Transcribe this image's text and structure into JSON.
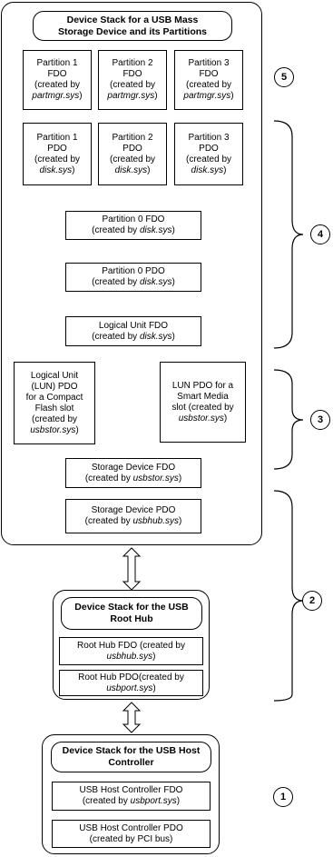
{
  "mass_storage": {
    "title_line1": "Device Stack for a USB Mass",
    "title_line2": "Storage Device and its Partitions",
    "partition_fdos": [
      {
        "line1": "Partition 1",
        "line2": "FDO",
        "line3": "(created by",
        "driver": "partmgr.sys",
        "suffix": ")"
      },
      {
        "line1": "Partition 2",
        "line2": "FDO",
        "line3": "(created by",
        "driver": "partmgr.sys",
        "suffix": ")"
      },
      {
        "line1": "Partition 3",
        "line2": "FDO",
        "line3": "(created by",
        "driver": "partmgr.sys",
        "suffix": ")"
      }
    ],
    "partition_pdos": [
      {
        "line1": "Partition 1",
        "line2": "PDO",
        "line3": "(created by",
        "driver": "disk.sys",
        "suffix": ")"
      },
      {
        "line1": "Partition 2",
        "line2": "PDO",
        "line3": "(created by",
        "driver": "disk.sys",
        "suffix": ")"
      },
      {
        "line1": "Partition 3",
        "line2": "PDO",
        "line3": "(created by",
        "driver": "disk.sys",
        "suffix": ")"
      }
    ],
    "partition0_fdo": {
      "line1": "Partition 0 FDO",
      "prefix": "(created by ",
      "driver": "disk.sys",
      "suffix": ")"
    },
    "partition0_pdo": {
      "line1": "Partition 0 PDO",
      "prefix": "(created by ",
      "driver": "disk.sys",
      "suffix": ")"
    },
    "logical_unit_fdo": {
      "line1": "Logical Unit FDO",
      "prefix": "(created by ",
      "driver": "disk.sys",
      "suffix": ")"
    },
    "lun_pdo_cf": {
      "line1": "Logical Unit",
      "line2": "(LUN) PDO",
      "line3": "for a Compact",
      "line4": "Flash slot",
      "line5": "(created by",
      "driver": "usbstor.sys",
      "suffix": ")"
    },
    "lun_pdo_sm": {
      "line1": "LUN PDO for a",
      "line2": "Smart Media",
      "line3": "slot (created by",
      "driver": "usbstor.sys",
      "suffix": ")"
    },
    "storage_device_fdo": {
      "line1": "Storage Device FDO",
      "prefix": "(created by ",
      "driver": "usbstor.sys",
      "suffix": ")"
    },
    "storage_device_pdo": {
      "line1": "Storage Device PDO",
      "prefix": "(created by ",
      "driver": "usbhub.sys",
      "suffix": ")"
    }
  },
  "root_hub": {
    "title_line1": "Device Stack for the USB",
    "title_line2": "Root Hub",
    "fdo": {
      "line1": "Root Hub FDO (created by",
      "driver": "usbhub.sys",
      "suffix": ")"
    },
    "pdo": {
      "line1": "Root Hub PDO(created by",
      "driver": "usbport.sys",
      "suffix": ")"
    }
  },
  "host_controller": {
    "title_line1": "Device Stack for the USB Host",
    "title_line2": "Controller",
    "fdo": {
      "line1": "USB Host Controller FDO",
      "prefix": "(created by ",
      "driver": "usbport.sys",
      "suffix": ")"
    },
    "pdo": {
      "line1": "USB Host Controller PDO",
      "line2": "(created by PCI bus)"
    }
  },
  "callouts": [
    "5",
    "4",
    "3",
    "2",
    "1"
  ]
}
